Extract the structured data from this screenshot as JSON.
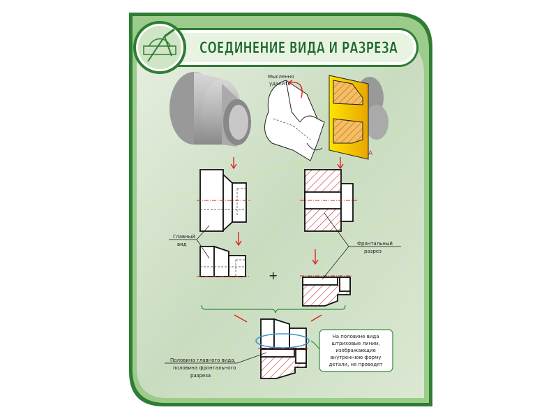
{
  "header": {
    "title": "СОЕДИНЕНИЕ ВИДА И РАЗРЕЗА",
    "logo": "drafting-compass-logo"
  },
  "annotations": {
    "remove_line1": "Мысленно",
    "remove_line2": "удалить",
    "plane_label": "А",
    "main_view_line1": "Главный",
    "main_view_line2": "вид",
    "frontal_line1": "Фронтальный",
    "frontal_line2": "разрез",
    "plus": "+",
    "half_line1": "Половина главного вида,",
    "half_line2": "половина фронтального",
    "half_line3": "разреза",
    "note_line1": "На половине вида",
    "note_line2": "штриховые линии,",
    "note_line3": "изображающие",
    "note_line4": "внутреннюю форму",
    "note_line5": "детали, не проводят"
  },
  "colors": {
    "frame": "#2e7d32",
    "accent_red": "#d22222",
    "hatch": "#c83232",
    "ellipse": "#3a8fd0",
    "section_yellow": "#f5d800"
  }
}
